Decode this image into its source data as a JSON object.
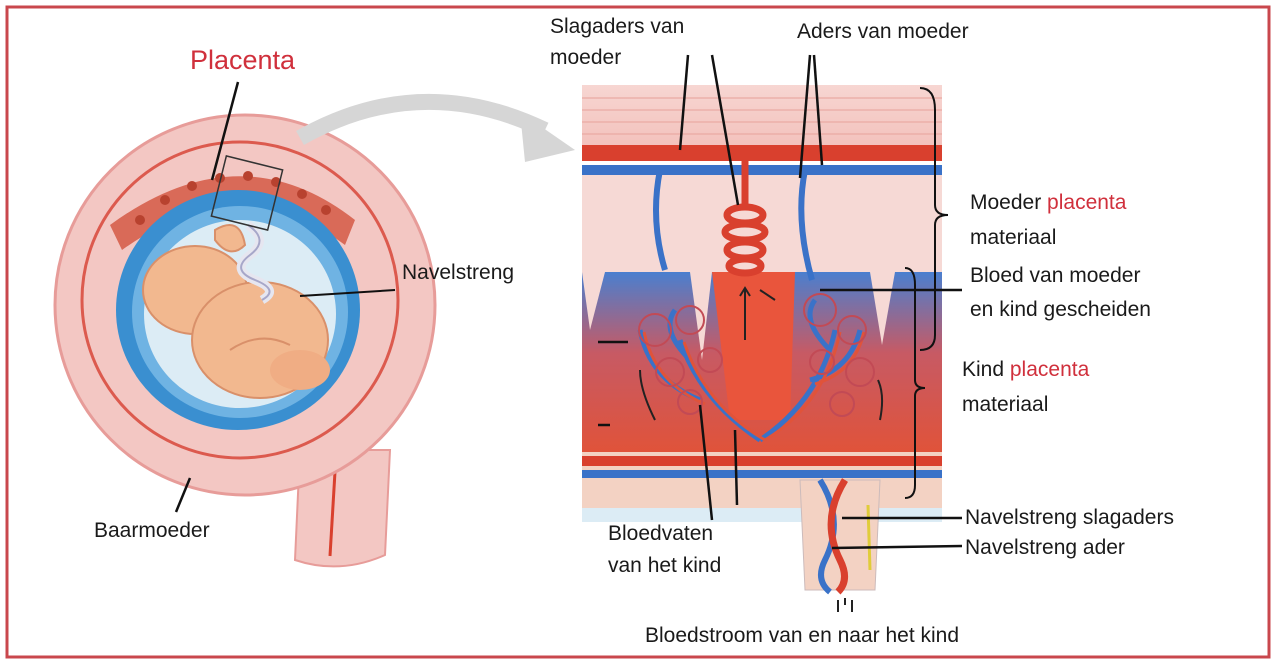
{
  "colors": {
    "frame": "#c9474d",
    "uterus": "#f3c7c3",
    "uterus_edge": "#e79c99",
    "artery": "#d9402e",
    "vein": "#3a72c8",
    "amniotic": "#3a8fd0",
    "fetus": "#f2b88f",
    "highlight_text": "#d0303c",
    "arrow": "#cfcfcf"
  },
  "labels": {
    "placenta": "Placenta",
    "navelstreng": "Navelstreng",
    "baarmoeder": "Baarmoeder",
    "slagaders_moeder_1": "Slagaders van",
    "slagaders_moeder_2": "moeder",
    "aders_moeder": "Aders van moeder",
    "moeder_placenta_word": "Moeder",
    "placenta_word": "placenta",
    "materiaal": "materiaal",
    "bloed_gescheiden_1": "Bloed van moeder",
    "bloed_gescheiden_2": "en kind gescheiden",
    "kind_word": "Kind",
    "navelstreng_slagaders": "Navelstreng slagaders",
    "navelstreng_ader": "Navelstreng ader",
    "bloedvaten_1": "Bloedvaten",
    "bloedvaten_2": "van het kind",
    "bloedstroom": "Bloedstroom van en naar het kind"
  }
}
